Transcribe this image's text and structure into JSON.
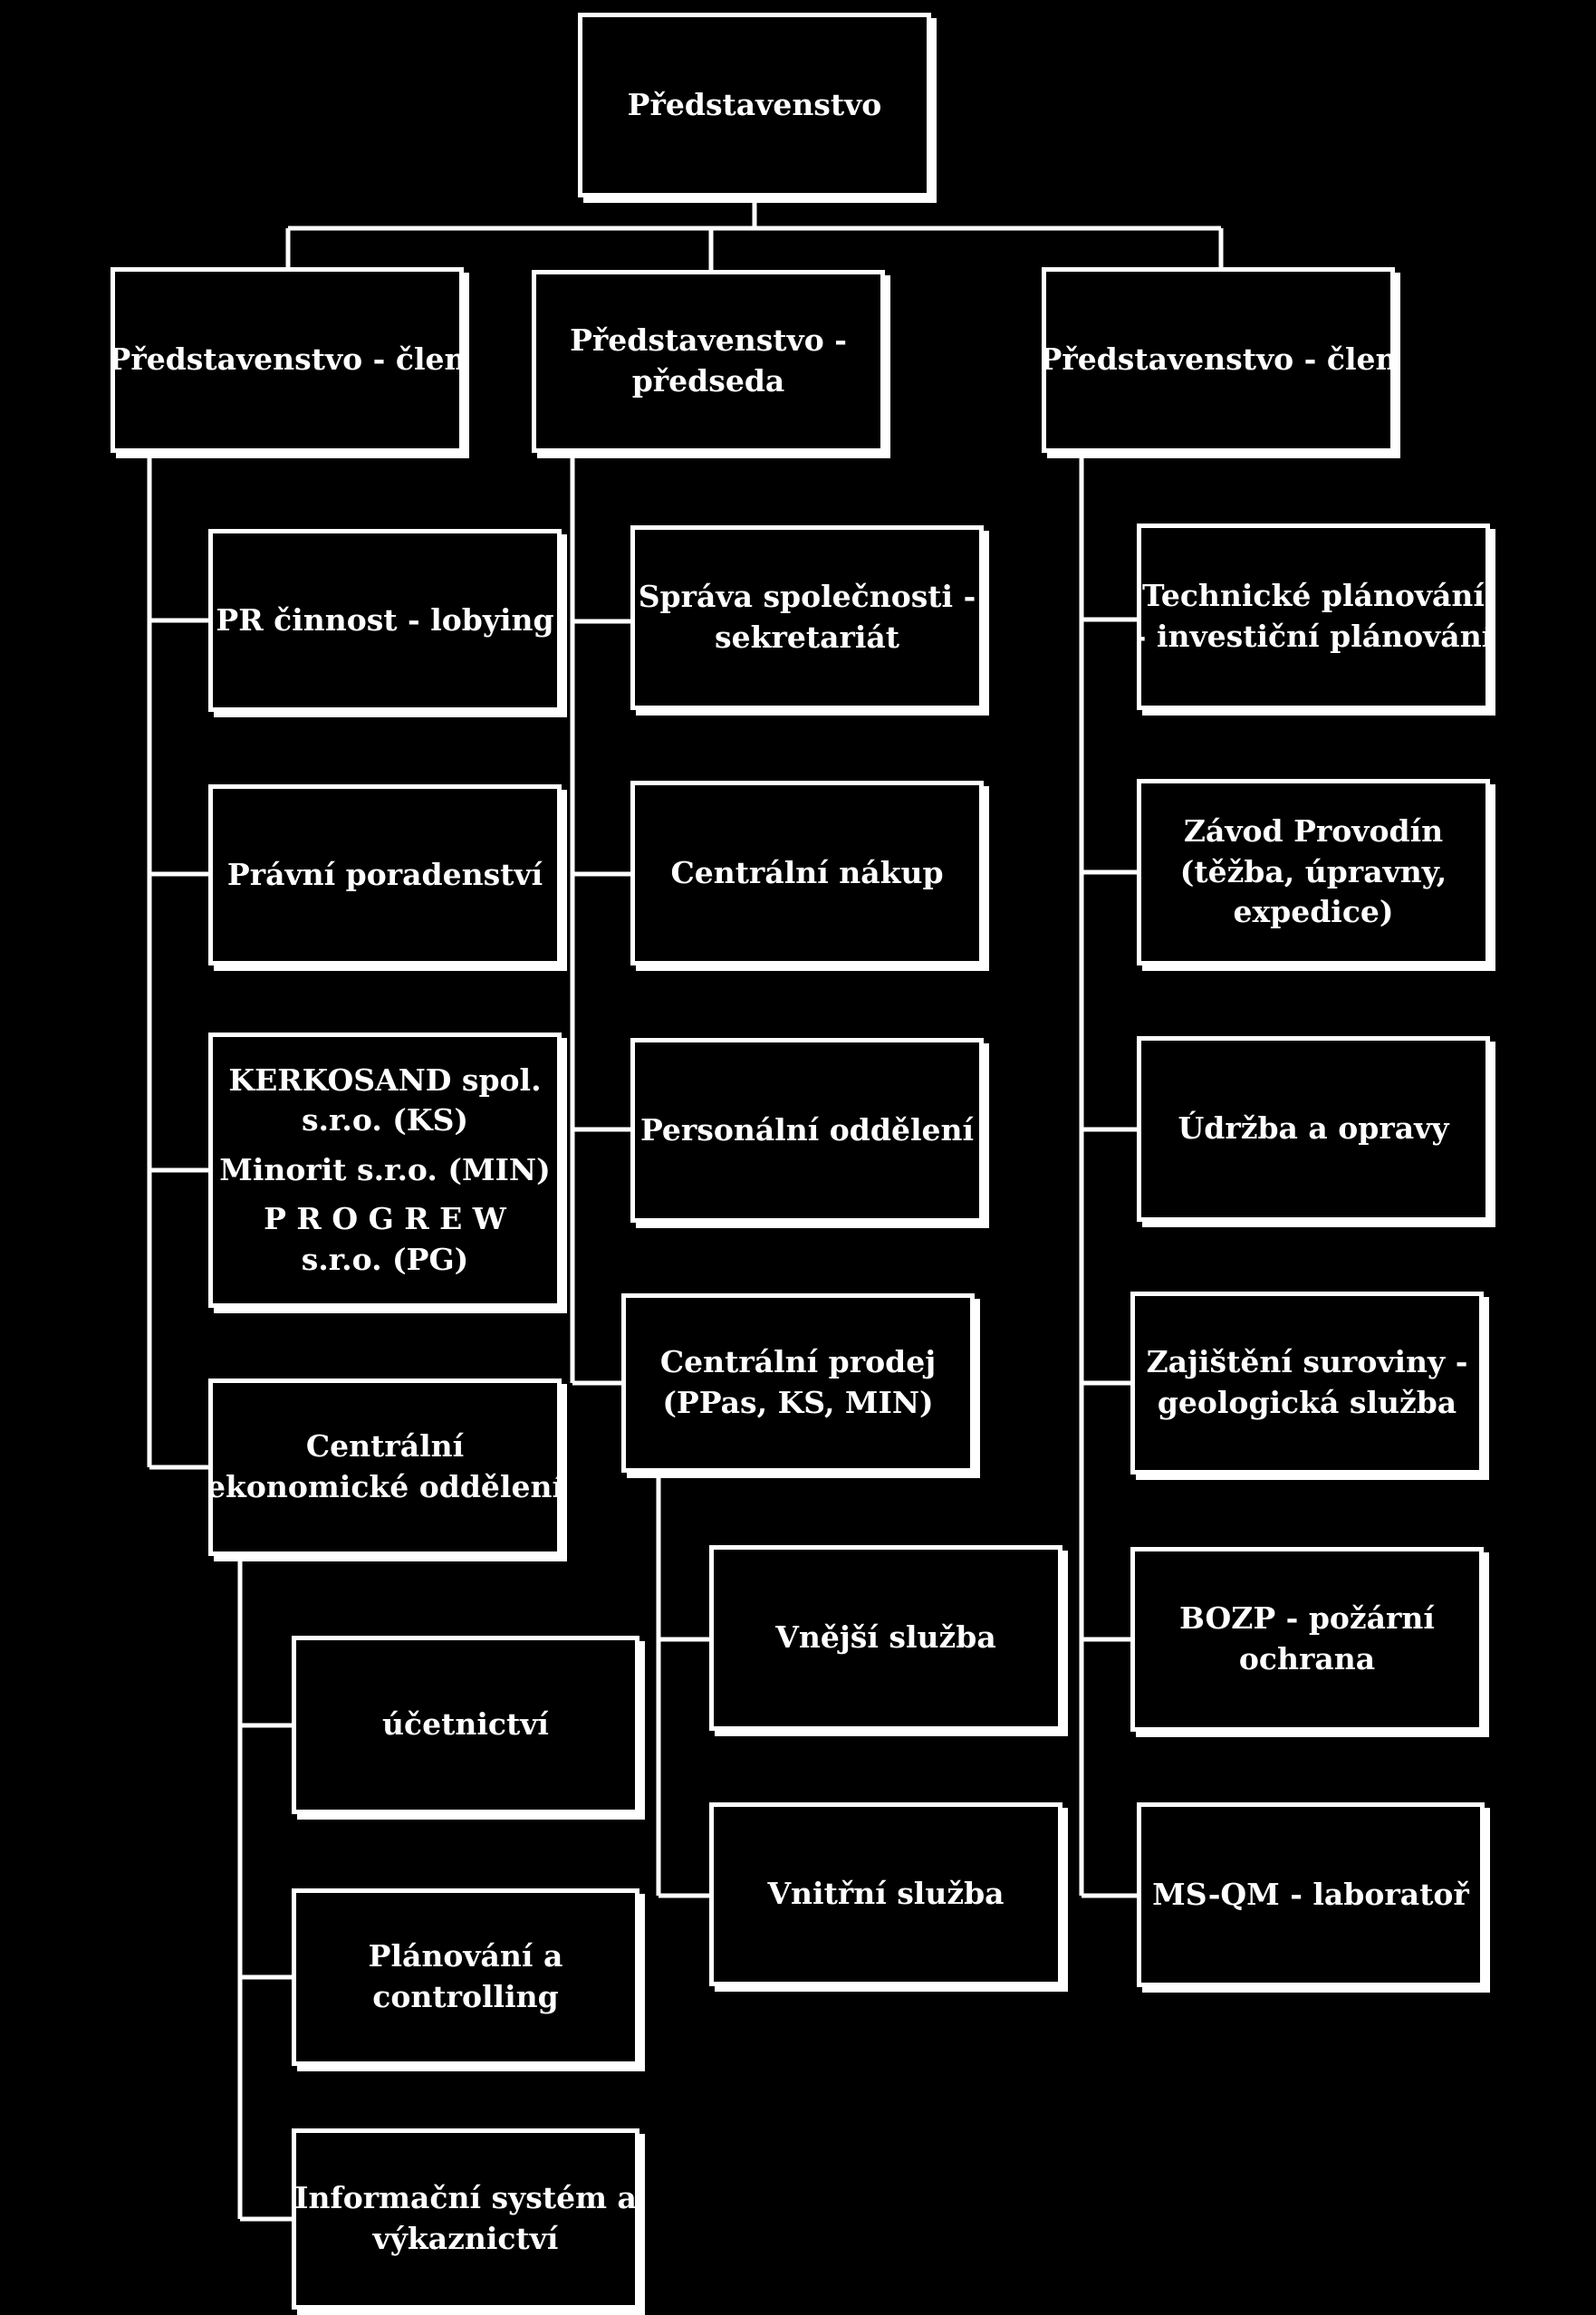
{
  "board": {
    "label": "Představenstvo"
  },
  "members": {
    "left": {
      "label": "Představenstvo - člen"
    },
    "center": {
      "line1": "Představenstvo -",
      "line2": "předseda"
    },
    "right": {
      "label": "Představenstvo - člen"
    }
  },
  "left_units": {
    "pr": {
      "label": "PR činnost - lobying"
    },
    "legal": {
      "label": "Právní poradenství"
    },
    "subsidiaries": {
      "line1": "KERKOSAND spol.",
      "line2": "s.r.o. (KS)",
      "line3": "Minorit s.r.o. (MIN)",
      "line4": "P R O G R E W",
      "line5": "s.r.o. (PG)"
    },
    "economic": {
      "line1": "Centrální",
      "line2": "ekonomické oddělení"
    }
  },
  "economic_units": {
    "accounting": {
      "label": "účetnictví"
    },
    "planning": {
      "line1": "Plánování a",
      "line2": "controlling"
    },
    "infosystem": {
      "line1": "Informační systém a",
      "line2": "výkaznictví"
    }
  },
  "center_units": {
    "administration": {
      "line1": "Správa společnosti -",
      "line2": "sekretariát"
    },
    "purchasing": {
      "label": "Centrální nákup"
    },
    "personnel": {
      "label": "Personální oddělení"
    },
    "sales": {
      "line1": "Centrální prodej",
      "line2": "(PPas, KS, MIN)"
    }
  },
  "sales_units": {
    "external": {
      "label": "Vnější služba"
    },
    "internal": {
      "label": "Vnitřní služba"
    }
  },
  "right_units": {
    "technical": {
      "line1": "Technické plánování",
      "line2": "- investiční plánování"
    },
    "plant": {
      "line1": "Závod Provodín",
      "line2": "(těžba, úpravny,",
      "line3": "expedice)"
    },
    "maintenance": {
      "label": "Údržba a opravy"
    },
    "raw_material": {
      "line1": "Zajištění suroviny -",
      "line2": "geologická služba"
    },
    "safety": {
      "line1": "BOZP - požární",
      "line2": "ochrana"
    },
    "lab": {
      "label": "MS-QM - laboratoř"
    }
  }
}
